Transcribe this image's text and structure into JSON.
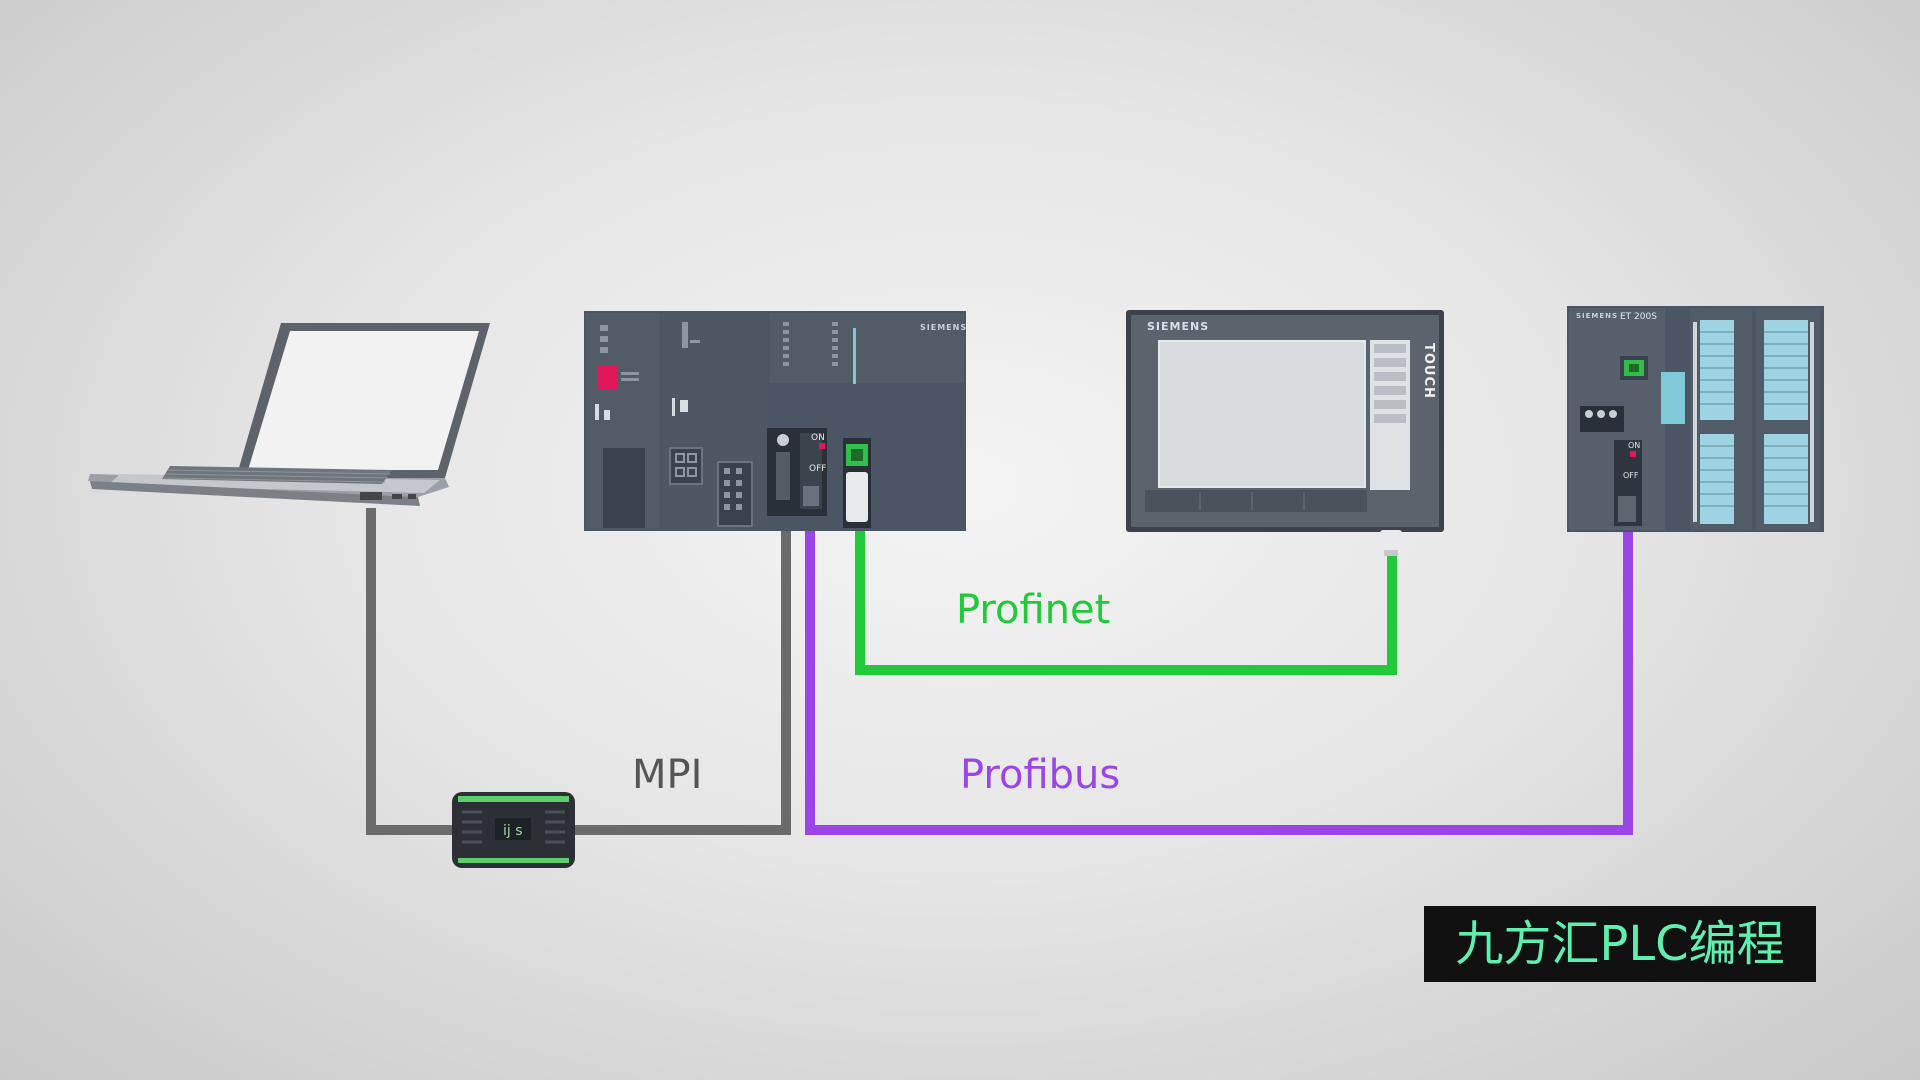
{
  "diagram": {
    "links": {
      "mpi": {
        "label": "MPI",
        "color": "#6a6a6a"
      },
      "profinet": {
        "label": "Profinet",
        "color": "#22c93a"
      },
      "profibus": {
        "label": "Profibus",
        "color": "#9b45e8"
      }
    },
    "devices": {
      "laptop": {
        "icon": "laptop-icon"
      },
      "adapter": {
        "icon": "mpi-adapter-icon"
      },
      "plc": {
        "icon": "plc-cpu-icon",
        "brand": "SIEMENS",
        "switch_on": "ON",
        "switch_off": "OFF"
      },
      "hmi": {
        "icon": "touch-panel-icon",
        "brand": "SIEMENS",
        "side_label": "TOUCH"
      },
      "et200s": {
        "icon": "et200s-io-icon",
        "brand": "SIEMENS",
        "model": "ET 200S",
        "switch_on": "ON",
        "switch_off": "OFF"
      }
    }
  },
  "watermark": {
    "text": "九方汇PLC编程"
  }
}
